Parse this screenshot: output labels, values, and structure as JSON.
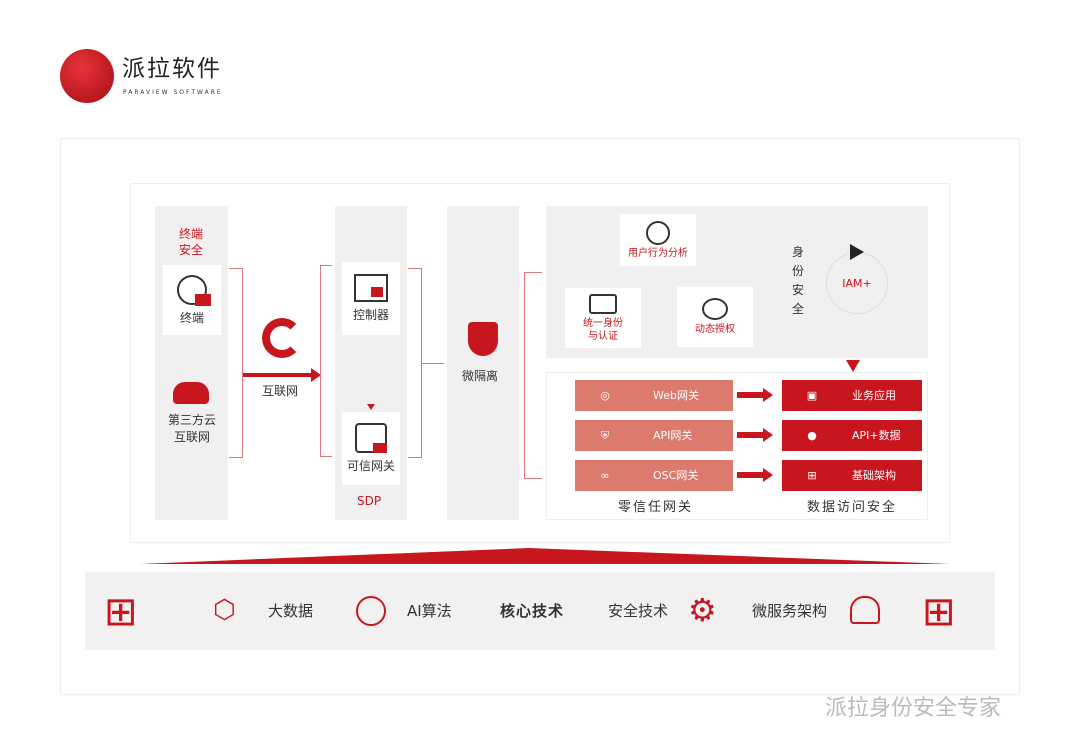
{
  "brand": {
    "name": "派拉软件",
    "subtitle": "PARAVIEW SOFTWARE"
  },
  "col1": {
    "title": "终端安全",
    "terminal": "终端",
    "cloud": "第三方云\n互联网"
  },
  "internet": "互联网",
  "col2": {
    "controller": "控制器",
    "gateway": "可信网关",
    "footer": "SDP"
  },
  "col3": {
    "label": "微隔离"
  },
  "identity": {
    "behavior": "用户行为分析",
    "unified": "统一身份\n与认证",
    "dynamic": "动态授权",
    "title": "身份安全",
    "iam": "IAM+"
  },
  "gateways": {
    "items": [
      "Web网关",
      "API网关",
      "OSC网关"
    ],
    "title": "零信任网关"
  },
  "data_access": {
    "items": [
      "业务应用",
      "API+数据",
      "基础架构"
    ],
    "title": "数据访问安全"
  },
  "bottom": {
    "big_data": "大数据",
    "ai": "AI算法",
    "core": "核心技术",
    "security": "安全技术",
    "micro": "微服务架构"
  },
  "watermark": "派拉身份安全专家",
  "colors": {
    "red": "#c8161e",
    "salmon": "#dc7b6d",
    "grey": "#f1efef"
  }
}
